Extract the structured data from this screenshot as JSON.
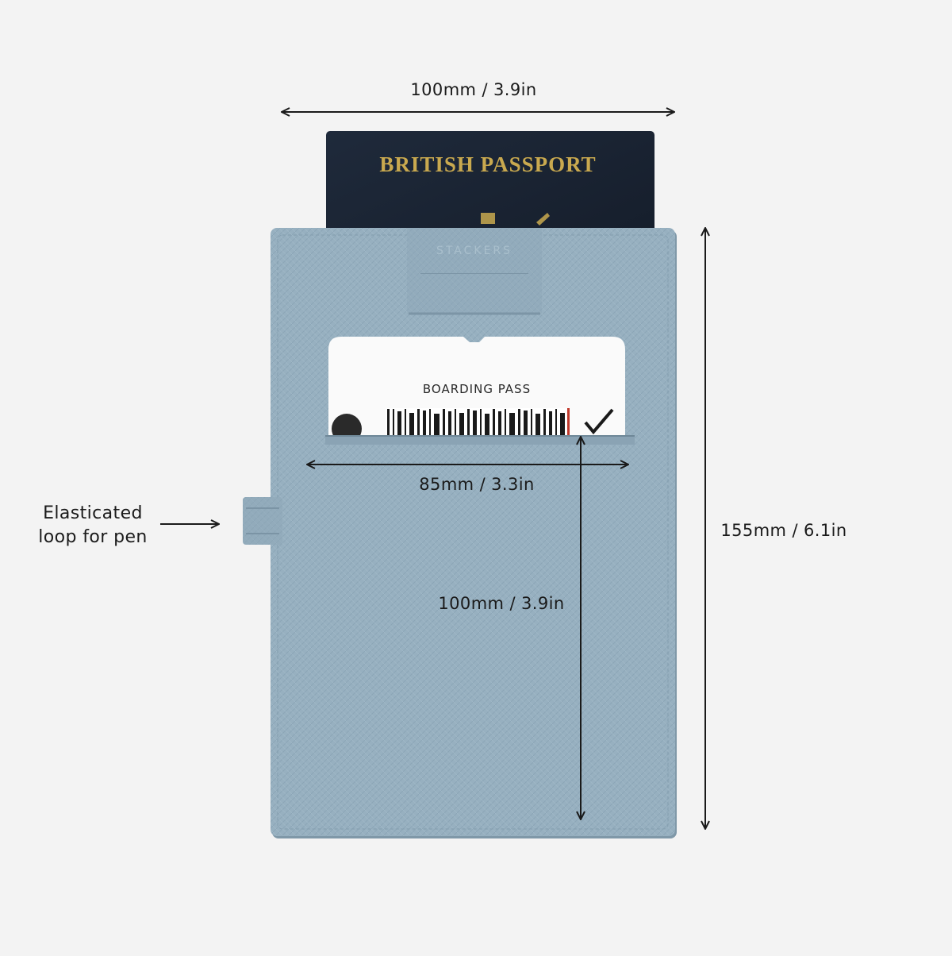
{
  "brand": "STACKERS",
  "passport": {
    "title": "BRITISH PASSPORT"
  },
  "boarding_pass": {
    "title": "BOARDING PASS"
  },
  "dimensions": {
    "overall_width": "100mm / 3.9in",
    "card_pocket_width": "85mm / 3.3in",
    "overall_height": "155mm / 6.1in",
    "pocket_to_bottom_height": "100mm / 3.9in"
  },
  "annotation": {
    "line1": "Elasticated",
    "line2": "loop for pen"
  },
  "colors": {
    "background": "#f3f3f3",
    "wallet": "#97b0c0",
    "passport": "#1b2535",
    "gold_text": "#c9a94f",
    "text": "#1a1a1a"
  }
}
